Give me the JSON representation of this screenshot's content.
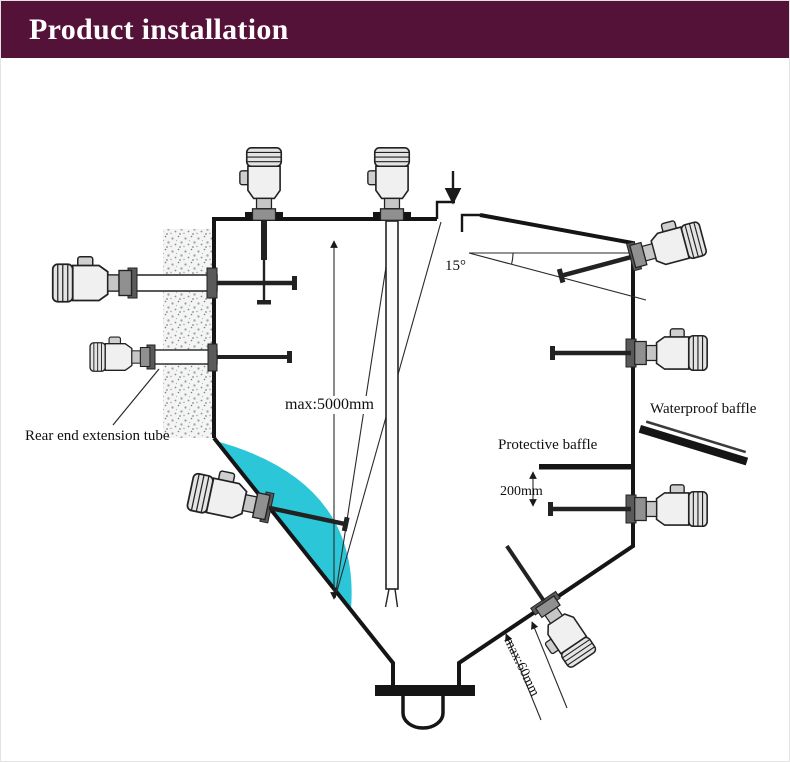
{
  "header": {
    "title": "Product installation"
  },
  "diagram": {
    "labels": {
      "rear_end_extension_tube": "Rear end extension tube",
      "max_measuring_range": "max:5000mm",
      "mounting_angle": "15°",
      "waterproof_baffle": "Waterproof baffle",
      "protective_baffle": "Protective baffle",
      "baffle_distance": "200mm",
      "max_insertion": "max:60mm"
    },
    "colors": {
      "header_bg": "#541238",
      "header_text": "#ffffff",
      "outline": "#151515",
      "material_fill": "#2bc7d8",
      "speckle": "#8f989a"
    }
  }
}
